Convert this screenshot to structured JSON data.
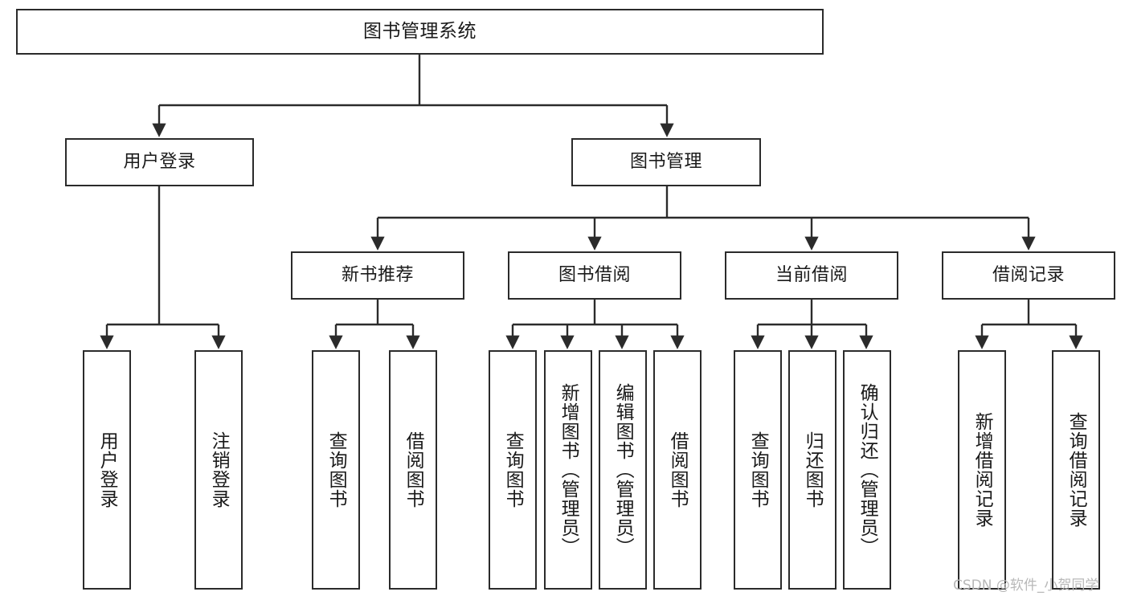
{
  "diagram": {
    "title": "图书管理系统",
    "type": "tree-hierarchy-diagram",
    "colors": {
      "box_border": "#2b2b2b",
      "box_fill": "#ffffff",
      "edge": "#2b2b2b",
      "text": "#1a1a1a",
      "watermark": "#b8b8b8",
      "background": "#ffffff"
    },
    "nodes": {
      "root": {
        "label": "图书管理系统"
      },
      "level1": [
        {
          "id": "user-login",
          "label": "用户登录"
        },
        {
          "id": "book-management",
          "label": "图书管理"
        }
      ],
      "level2": [
        {
          "id": "new-book-recommend",
          "label": "新书推荐"
        },
        {
          "id": "book-borrow",
          "label": "图书借阅"
        },
        {
          "id": "current-borrow",
          "label": "当前借阅"
        },
        {
          "id": "borrow-record",
          "label": "借阅记录"
        }
      ],
      "leaves": {
        "user_login": [
          {
            "id": "leaf-user-login",
            "label": "用户登录"
          },
          {
            "id": "leaf-logout-login",
            "label": "注销登录"
          }
        ],
        "new_book_recommend": [
          {
            "id": "leaf-query-book-1",
            "label": "查询图书"
          },
          {
            "id": "leaf-borrow-book-1",
            "label": "借阅图书"
          }
        ],
        "book_borrow": [
          {
            "id": "leaf-query-book-2",
            "label": "查询图书"
          },
          {
            "id": "leaf-add-book-admin",
            "label": "新增图书（管理员）"
          },
          {
            "id": "leaf-edit-book-admin",
            "label": "编辑图书（管理员）"
          },
          {
            "id": "leaf-borrow-book-2",
            "label": "借阅图书"
          }
        ],
        "current_borrow": [
          {
            "id": "leaf-query-book-3",
            "label": "查询图书"
          },
          {
            "id": "leaf-return-book",
            "label": "归还图书"
          },
          {
            "id": "leaf-confirm-return-admin",
            "label": "确认归还（管理员）"
          }
        ],
        "borrow_record": [
          {
            "id": "leaf-add-borrow-record",
            "label": "新增借阅记录"
          },
          {
            "id": "leaf-query-borrow-record",
            "label": "查询借阅记录"
          }
        ]
      }
    },
    "watermark": "CSDN @软件_小贺同学"
  }
}
